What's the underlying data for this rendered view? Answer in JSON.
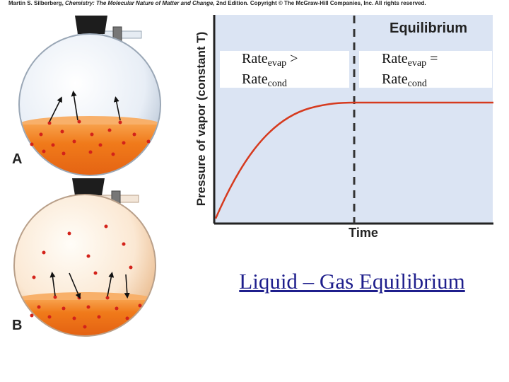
{
  "credit": {
    "author": "Martin S. Silberberg,",
    "book": "Chemistry: The Molecular Nature of Matter and Change,",
    "edition": "2nd Edition. Copyright © The McGraw-Hill Companies, Inc. All rights reserved."
  },
  "flasks": {
    "a_label": "A",
    "b_label": "B"
  },
  "chart": {
    "ylabel": "Pressure of vapor (constant T)",
    "xlabel": "Time",
    "equilibrium_label": "Equilibrium",
    "left_rate": {
      "word1": "Rate",
      "sub1": "evap",
      "op": ">",
      "word2": "Rate",
      "sub2": "cond"
    },
    "right_rate": {
      "word1": "Rate",
      "sub1": "evap",
      "op": "=",
      "word2": "Rate",
      "sub2": "cond"
    },
    "colors": {
      "plot_bg": "#dbe4f3",
      "curve": "#d63a1e",
      "divider": "#333333"
    }
  },
  "title": "Liquid – Gas Equilibrium",
  "colors": {
    "liquid": "#f07a1a",
    "title": "#1e1e8c"
  }
}
